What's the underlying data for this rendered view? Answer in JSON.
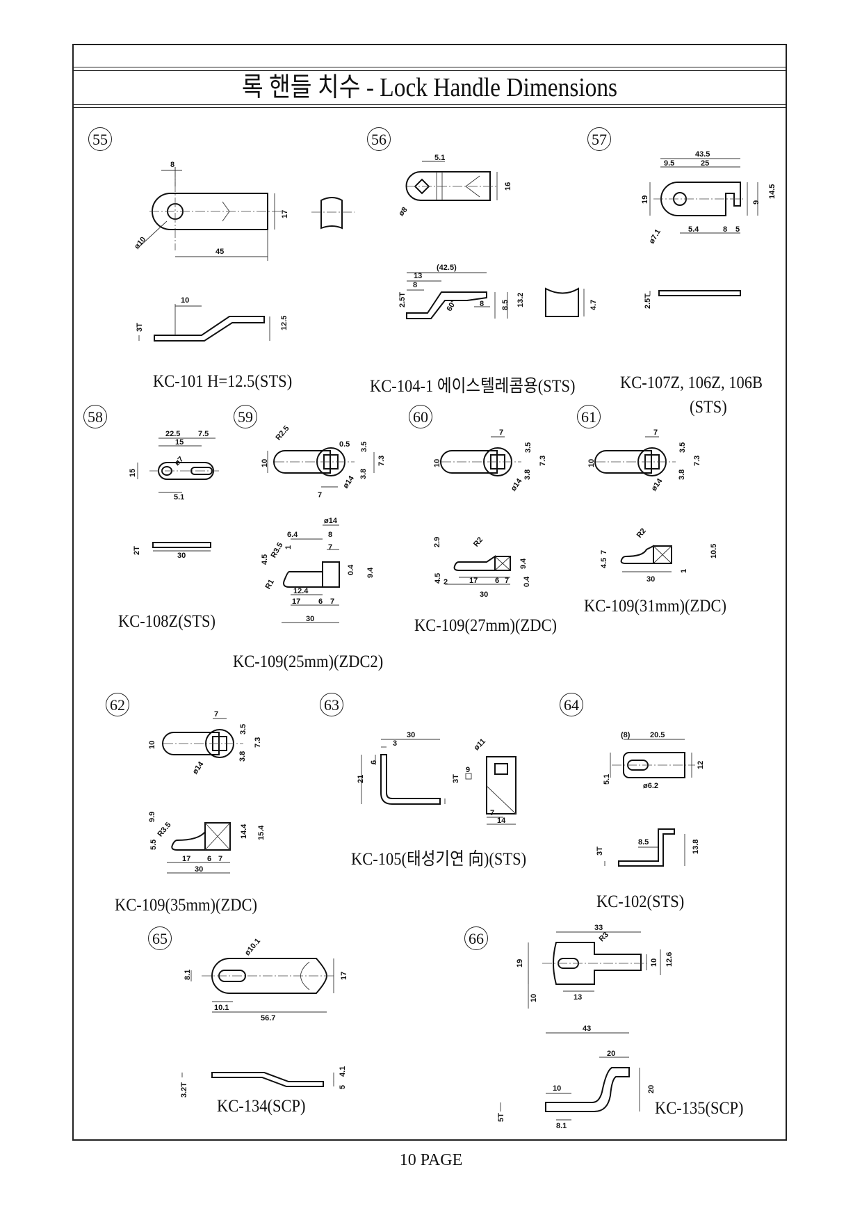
{
  "title": "록 핸들 치수 - Lock Handle Dimensions",
  "footer": "10 PAGE",
  "items": [
    {
      "number": "55",
      "model": "KC-101  H=12.5(STS)"
    },
    {
      "number": "56",
      "model": "KC-104-1 에이스텔레콤용(STS)"
    },
    {
      "number": "57",
      "model": "KC-107Z, 106Z, 106B",
      "material": "(STS)"
    },
    {
      "number": "58",
      "model": "KC-108Z(STS)"
    },
    {
      "number": "59",
      "model": "KC-109(25mm)(ZDC2)"
    },
    {
      "number": "60",
      "model": "KC-109(27mm)(ZDC)"
    },
    {
      "number": "61",
      "model": "KC-109(31mm)(ZDC)"
    },
    {
      "number": "62",
      "model": "KC-109(35mm)(ZDC)"
    },
    {
      "number": "63",
      "model": "KC-105(태성기연 向)(STS)"
    },
    {
      "number": "64",
      "model": "KC-102(STS)"
    },
    {
      "number": "65",
      "model": "KC-134(SCP)"
    },
    {
      "number": "66",
      "model": "KC-135(SCP)"
    }
  ],
  "dims": {
    "d55": [
      "8",
      "17",
      "45",
      "ø10",
      "10",
      "3T",
      "12.5"
    ],
    "d56": [
      "5.1",
      "16",
      "ø8",
      "(42.5)",
      "13",
      "8",
      "2.5T",
      "60°",
      "8",
      "8.5",
      "13.2",
      "4.7"
    ],
    "d57": [
      "43.5",
      "9.5",
      "25",
      "19",
      "9",
      "14.5",
      "ø7.1",
      "5.4",
      "8",
      "5",
      "2.5T"
    ],
    "d58": [
      "22.5",
      "7.5",
      "15",
      "ø7",
      "15",
      "5.1",
      "2T",
      "30"
    ],
    "d59": [
      "R2.5",
      "0.5",
      "3.5",
      "10",
      "7.3",
      "ø14",
      "3.8",
      "7",
      "ø14",
      "6.4",
      "8",
      "4.5",
      "R3.5",
      "1",
      "7",
      "R1",
      "12.4",
      "0.4",
      "9.4",
      "17",
      "6",
      "7",
      "30"
    ],
    "d60": [
      "7",
      "3.5",
      "10",
      "7.3",
      "ø14",
      "3.8",
      "2.9",
      "R2",
      "4.5",
      "2",
      "17",
      "6",
      "7",
      "9.4",
      "30",
      "0.4"
    ],
    "d61": [
      "7",
      "3.5",
      "10",
      "7.3",
      "ø14",
      "3.8",
      "R2",
      "4.5",
      "7",
      "10.5",
      "30",
      "1"
    ],
    "d62": [
      "7",
      "3.5",
      "10",
      "7.3",
      "ø14",
      "3.8",
      "9.9",
      "R3.5",
      "5.5",
      "14.4",
      "15.4",
      "17",
      "6",
      "7",
      "30"
    ],
    "d63": [
      "30",
      "3",
      "6",
      "21",
      "3T",
      "ø11",
      "9",
      "7",
      "14"
    ],
    "d64": [
      "(8)",
      "20.5",
      "5.1",
      "12",
      "ø6.2",
      "3T",
      "8.5",
      "13.8"
    ],
    "d65": [
      "ø10.1",
      "8.1",
      "17",
      "10.1",
      "56.7",
      "3.2T",
      "4.1",
      "5"
    ],
    "d66": [
      "33",
      "R3",
      "19",
      "10",
      "12.6",
      "10",
      "13",
      "43",
      "20",
      "10",
      "20",
      "5T",
      "8.1"
    ]
  }
}
